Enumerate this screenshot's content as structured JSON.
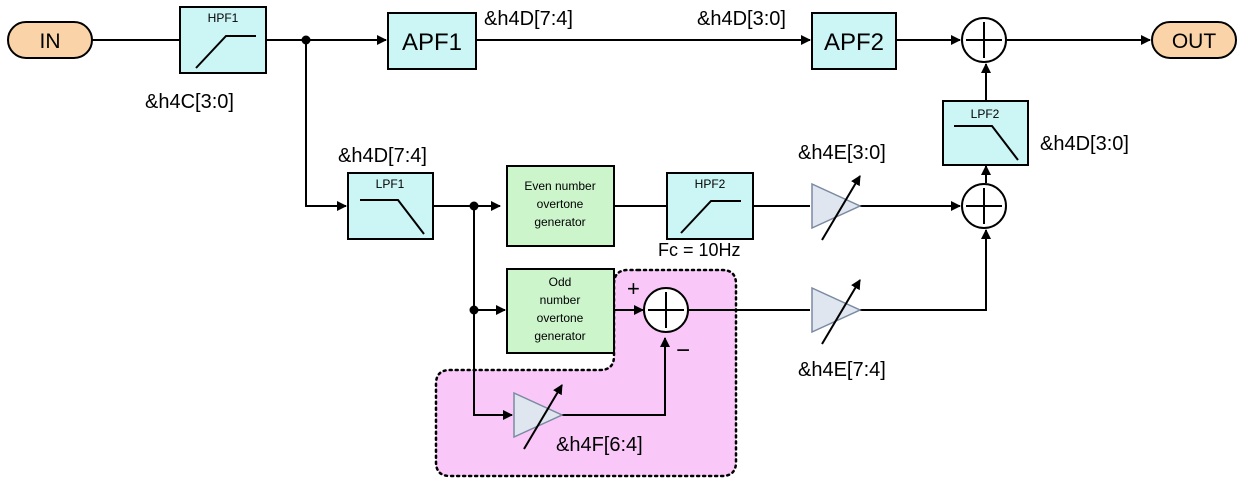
{
  "terminals": {
    "in": "IN",
    "out": "OUT"
  },
  "blocks": {
    "hpf1": "HPF1",
    "apf1": "APF1",
    "apf2": "APF2",
    "lpf1": "LPF1",
    "lpf2": "LPF2",
    "hpf2": "HPF2",
    "even_gen": [
      "Even number",
      "overtone",
      "generator"
    ],
    "odd_gen": [
      "Odd",
      "number",
      "overtone",
      "generator"
    ]
  },
  "registers": {
    "hpf1": "&h4C[3:0]",
    "apf1_out": "&h4D[7:4]",
    "apf2_in": "&h4D[3:0]",
    "lpf1": "&h4D[7:4]",
    "lpf2": "&h4D[3:0]",
    "amp_even": "&h4E[3:0]",
    "amp_odd": "&h4E[7:4]",
    "amp_sub": "&h4F[6:4]"
  },
  "annotations": {
    "hpf2_fc": "Fc = 10Hz",
    "plus_sign": "+",
    "minus_sign": "−"
  },
  "colors": {
    "filter_fill": "#ccf5f5",
    "generator_fill": "#ccf5cc",
    "terminal_fill": "#fad4a8",
    "region_fill": "#f9c8f9",
    "amp_fill": "#dfe6f0"
  }
}
